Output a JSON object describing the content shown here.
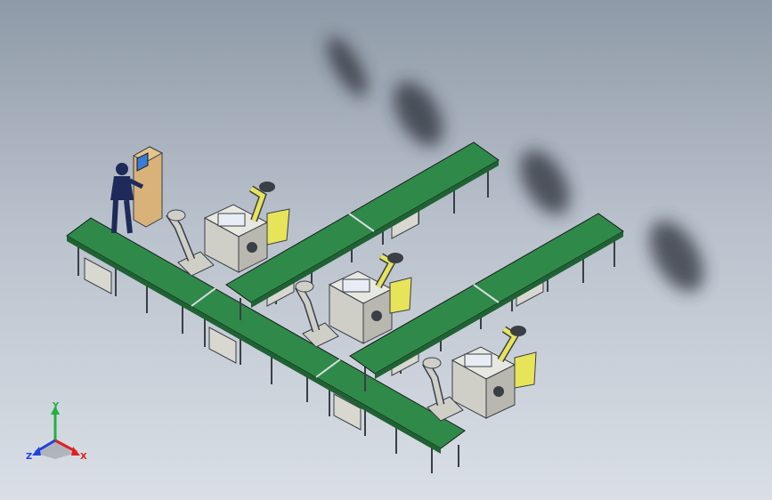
{
  "viewport": {
    "background_top": "#8f9aa8",
    "background_bottom": "#dadfe6"
  },
  "colors": {
    "belt": "#2f8a4a",
    "belt_dark": "#1f6233",
    "frame": "#d9dde3",
    "frame_dark": "#3a3f46",
    "cabinet": "#d8d8d0",
    "robot": "#cfcfc8",
    "robot_accent": "#e7e45a",
    "panel": "#d9b27a",
    "screen": "#3a7bd5",
    "operator": "#1f2a5a",
    "shadow": "#2b2f38"
  },
  "triad": {
    "x_label": "X",
    "y_label": "Y",
    "z_label": "Z",
    "x_color": "#e02020",
    "y_color": "#20b040",
    "z_color": "#2040e0"
  },
  "icons": {
    "axis_triad": "axis-triad-icon"
  }
}
